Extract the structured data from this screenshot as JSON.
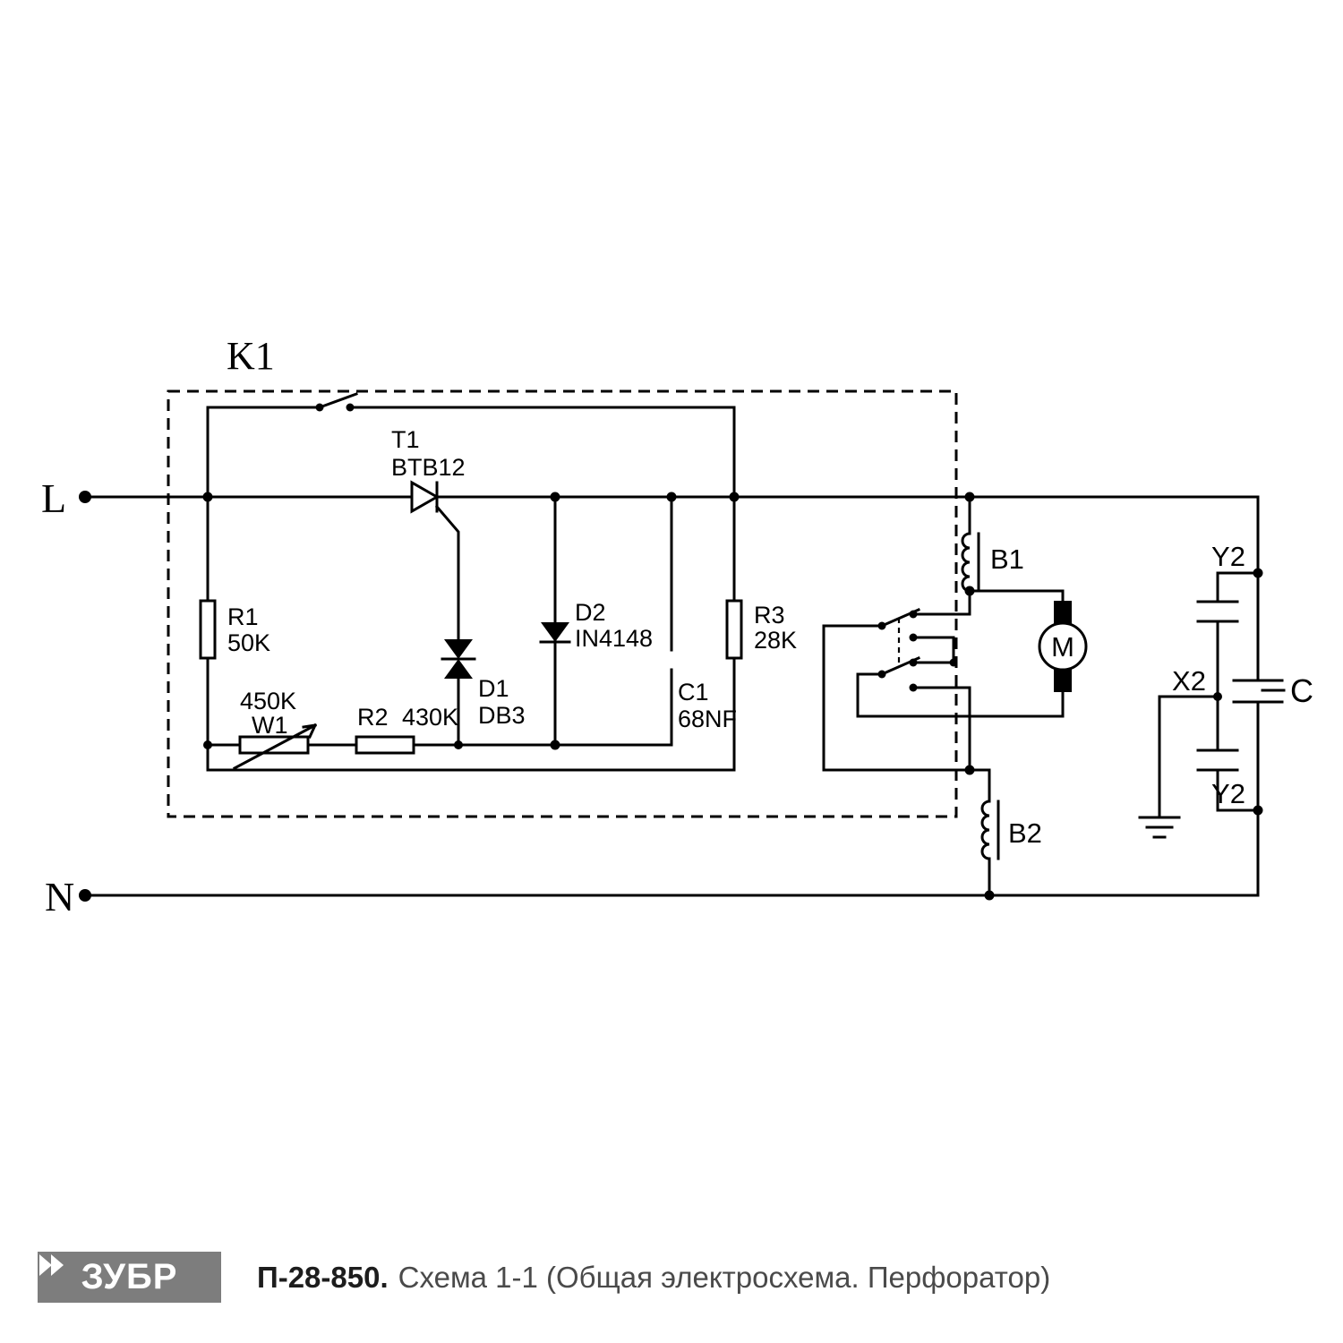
{
  "terminals": {
    "live": "L",
    "neutral": "N"
  },
  "control_module": {
    "label": "K1",
    "triac": {
      "ref": "T1",
      "value": "BTB12"
    },
    "r1": {
      "ref": "R1",
      "value": "50K"
    },
    "pot": {
      "ref": "W1",
      "value": "450K"
    },
    "r2": {
      "ref": "R2",
      "value": "430K"
    },
    "diac": {
      "ref": "D1",
      "value": "DB3"
    },
    "diode": {
      "ref": "D2",
      "value": "IN4148"
    },
    "cap": {
      "ref": "C1",
      "value": "68NF"
    },
    "r3": {
      "ref": "R3",
      "value": "28K"
    }
  },
  "motor_section": {
    "field_coil_top": "B1",
    "field_coil_bottom": "B2",
    "motor": "M"
  },
  "filter_section": {
    "y2_upper": "Y2",
    "x2": "X2",
    "y2_lower": "Y2",
    "unit": "C"
  },
  "footer": {
    "brand": "ЗУБР",
    "model": "П-28-850.",
    "caption": "Схема 1-1 (Общая электросхема. Перфоратор)",
    "logo_background": "#7d7d7d",
    "line_color": "#000000"
  }
}
